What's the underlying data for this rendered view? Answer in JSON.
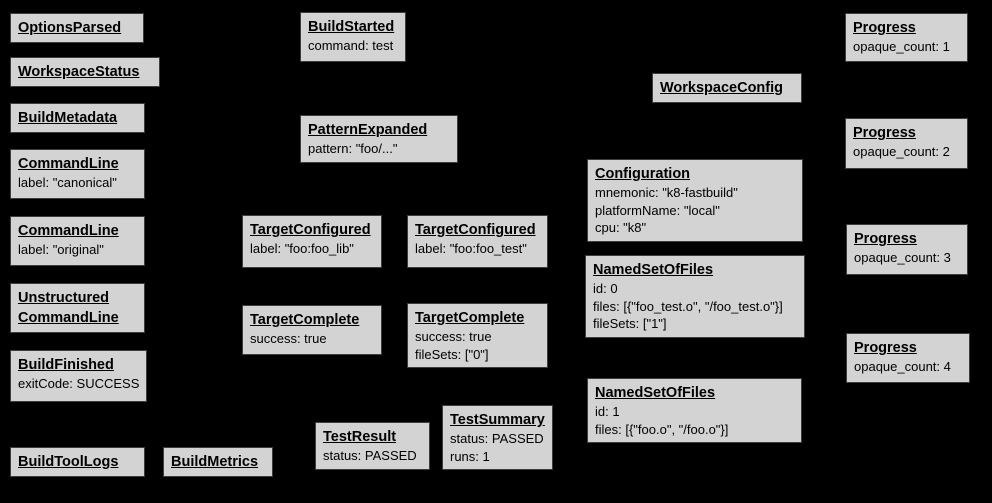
{
  "diagram": {
    "description": "Build Event Protocol event graph",
    "colors": {
      "background": "#000000",
      "node_fill": "#d3d3d3",
      "node_border": "#3d3d3d",
      "text": "#000000"
    },
    "nodes": [
      {
        "title": "OptionsParsed",
        "lines": []
      },
      {
        "title": "WorkspaceStatus",
        "lines": []
      },
      {
        "title": "BuildMetadata",
        "lines": []
      },
      {
        "title": "CommandLine",
        "lines": [
          "label: \"canonical\""
        ]
      },
      {
        "title": "CommandLine",
        "lines": [
          "label: \"original\""
        ]
      },
      {
        "title": "Unstructured",
        "title2": "CommandLine",
        "lines": []
      },
      {
        "title": "BuildFinished",
        "lines": [
          "exitCode: SUCCESS"
        ]
      },
      {
        "title": "BuildToolLogs",
        "lines": []
      },
      {
        "title": "BuildMetrics",
        "lines": []
      },
      {
        "title": "BuildStarted",
        "lines": [
          "command: test"
        ]
      },
      {
        "title": "PatternExpanded",
        "lines": [
          "pattern: \"foo/...\""
        ]
      },
      {
        "title": "TargetConfigured",
        "lines": [
          "label: \"foo:foo_lib\""
        ]
      },
      {
        "title": "TargetConfigured",
        "lines": [
          "label: \"foo:foo_test\""
        ]
      },
      {
        "title": "TargetComplete",
        "lines": [
          "success: true"
        ]
      },
      {
        "title": "TargetComplete",
        "lines": [
          "success: true",
          "fileSets: [\"0\"]"
        ]
      },
      {
        "title": "TestResult",
        "lines": [
          "status: PASSED"
        ]
      },
      {
        "title": "TestSummary",
        "lines": [
          "status: PASSED",
          "runs: 1"
        ]
      },
      {
        "title": "WorkspaceConfig",
        "lines": []
      },
      {
        "title": "Configuration",
        "lines": [
          "mnemonic: \"k8-fastbuild\"",
          "platformName: \"local\"",
          "cpu: \"k8\""
        ]
      },
      {
        "title": "NamedSetOfFiles",
        "lines": [
          "id: 0",
          "files: [{\"foo_test.o\", \"/foo_test.o\"}]",
          "fileSets: [\"1\"]"
        ]
      },
      {
        "title": "NamedSetOfFiles",
        "lines": [
          "id: 1",
          "files: [{\"foo.o\", \"/foo.o\"}]"
        ]
      },
      {
        "title": "Progress",
        "lines": [
          "opaque_count: 1"
        ]
      },
      {
        "title": "Progress",
        "lines": [
          "opaque_count: 2"
        ]
      },
      {
        "title": "Progress",
        "lines": [
          "opaque_count: 3"
        ]
      },
      {
        "title": "Progress",
        "lines": [
          "opaque_count: 4"
        ]
      }
    ]
  }
}
